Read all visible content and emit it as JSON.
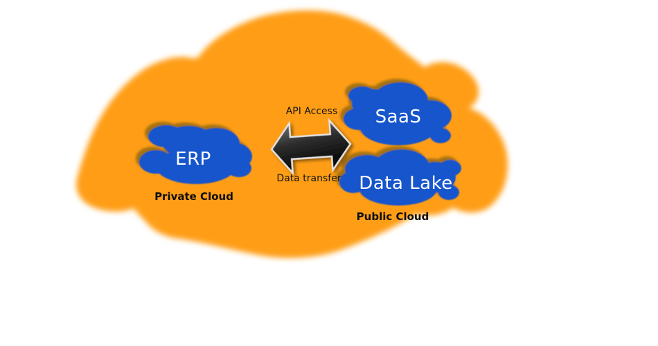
{
  "diagram": {
    "connector": {
      "type": "double-headed-arrow",
      "top_label": "API Access",
      "bottom_label": "Data transfer"
    },
    "private_cloud": {
      "zone_label": "Private Cloud",
      "nodes": [
        {
          "label": "ERP"
        }
      ]
    },
    "public_cloud": {
      "zone_label": "Public Cloud",
      "nodes": [
        {
          "label": "SaaS"
        },
        {
          "label": "Data Lake"
        }
      ]
    },
    "colors": {
      "outer_cloud": "#ff9e17",
      "node_cloud": "#1754cb",
      "node_text": "#ffffff",
      "label_text": "#0d0d0d",
      "arrow_outline": "#e3e3e3",
      "arrow_dark": "#141414",
      "cloud_shadow": "#7c5f17"
    }
  }
}
